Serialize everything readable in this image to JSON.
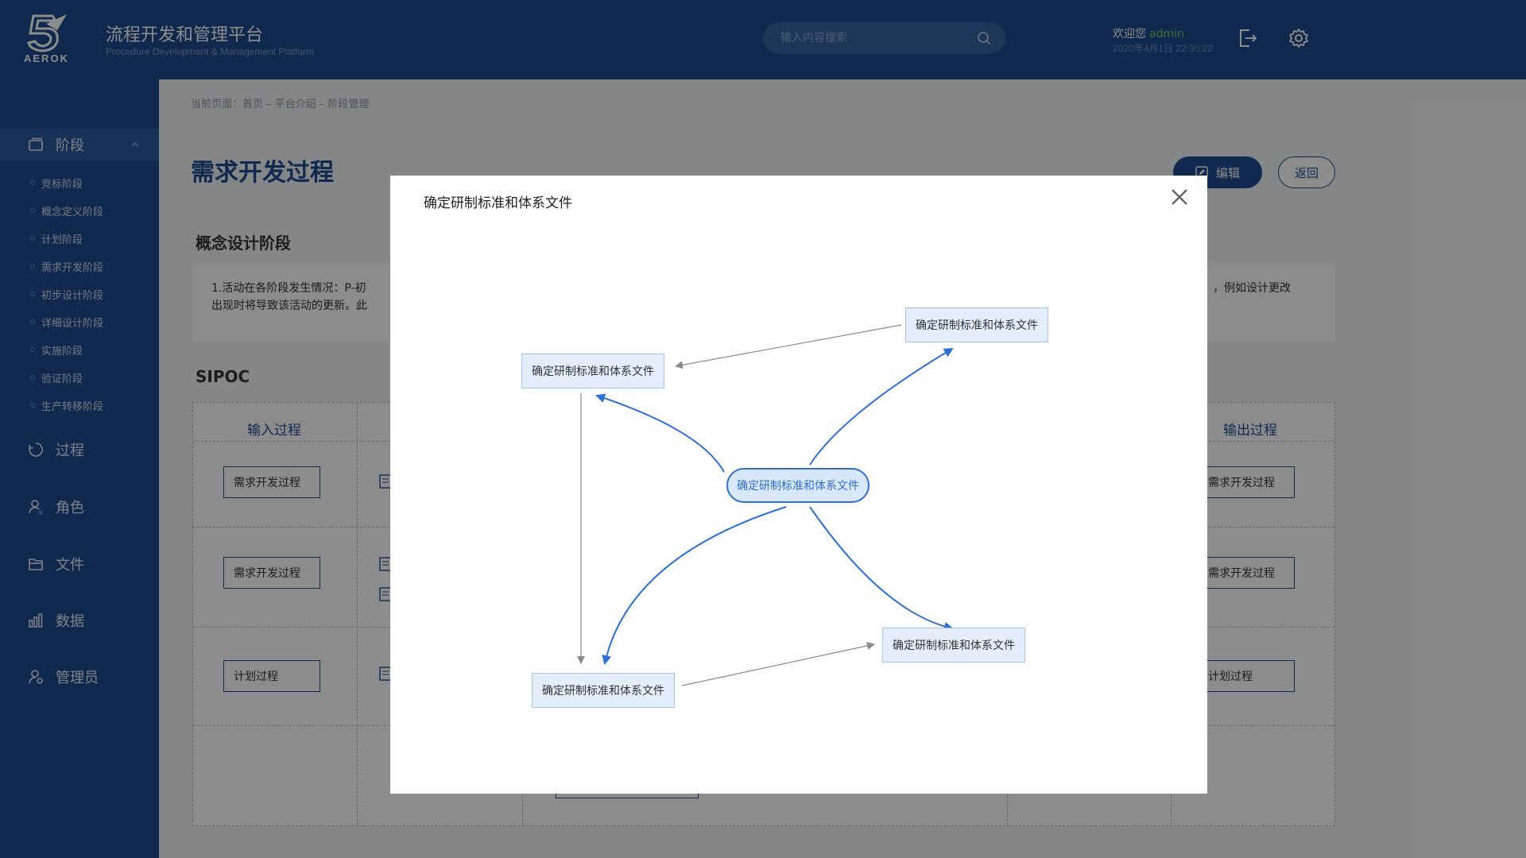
{
  "header": {
    "logo_text": "AEROK",
    "title": "流程开发和管理平台",
    "subtitle": "Procedure Development & Management Platform",
    "search_placeholder": "输入内容搜索",
    "welcome": "欢迎您",
    "username": "admin",
    "datetime": "2020年4月1日 22:30:22"
  },
  "sidebar": {
    "groups": [
      {
        "label": "阶段",
        "icon": "stage-icon"
      },
      {
        "label": "过程",
        "icon": "process-icon"
      },
      {
        "label": "角色",
        "icon": "role-icon"
      },
      {
        "label": "文件",
        "icon": "folder-icon"
      },
      {
        "label": "数据",
        "icon": "chart-icon"
      },
      {
        "label": "管理员",
        "icon": "admin-icon"
      }
    ],
    "stage_items": [
      "竞标阶段",
      "概念定义阶段",
      "计划阶段",
      "需求开发阶段",
      "初步设计阶段",
      "详细设计阶段",
      "实施阶段",
      "验证阶段",
      "生产转移阶段"
    ]
  },
  "main": {
    "breadcrumb": "当前页面：首页 – 平台介绍 – 阶段管理",
    "page_title": "需求开发过程",
    "edit_label": "编辑",
    "back_label": "返回",
    "section1_title": "概念设计阶段",
    "desc_line1_left": "1.活动在各阶段发生情况：P-初",
    "desc_line1_right": "，例如设计更改",
    "desc_line2_left": "出现时将导致该活动的更新。此",
    "section2_title": "SIPOC",
    "sipoc_input_header": "输入过程",
    "sipoc_output_header": "输出过程",
    "input_rows": [
      "需求开发过程",
      "需求开发过程",
      "计划过程"
    ],
    "output_rows": [
      "需求开发过程",
      "需求开发过程",
      "计划过程"
    ]
  },
  "modal": {
    "title": "确定研制标准和体系文件",
    "center_node": "确定研制标准和体系文件",
    "nodes": [
      "确定研制标准和体系文件",
      "确定研制标准和体系文件",
      "确定研制标准和体系文件",
      "确定研制标准和体系文件"
    ]
  },
  "colors": {
    "primary": "#1f4c91",
    "accent": "#2f6fd6",
    "node_fill": "#e3edfc",
    "user": "#66cc55"
  }
}
